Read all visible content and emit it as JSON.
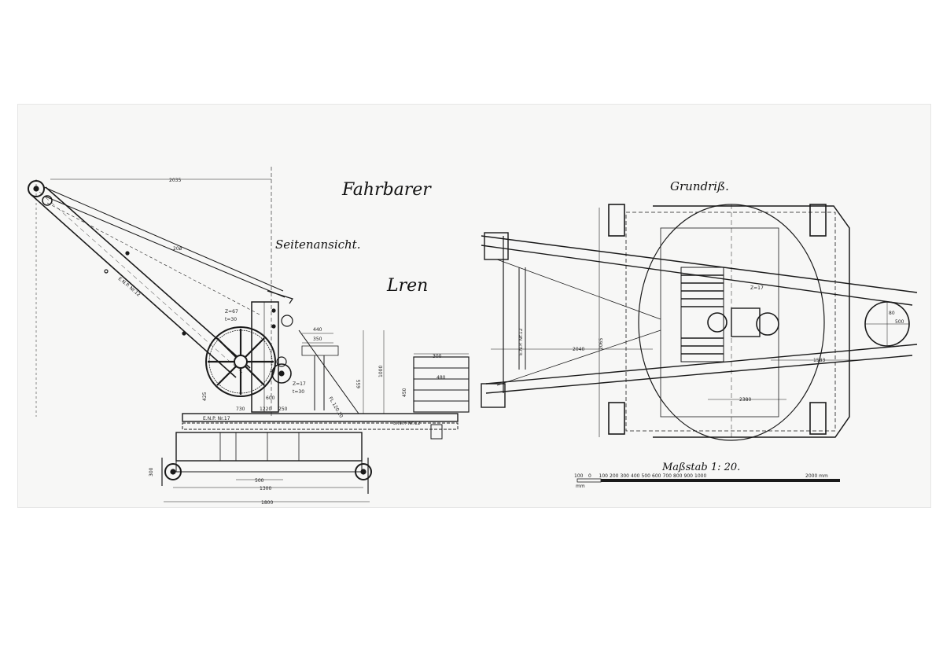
{
  "drawing": {
    "title": "Fahrbarer",
    "side_view_label": "Seitenansicht.",
    "plan_view_label": "Grundriß.",
    "handwritten_note": "Lren",
    "scale_label": "Maßstab 1: 20."
  },
  "dimensions": {
    "jib_reach": "2035",
    "rope": "20ø",
    "beam_jib": "E.N.P. Nr.12",
    "gear_z1": "Z=67",
    "gear_t1": "t=30",
    "gear_z2": "Z=17",
    "gear_t2": "t=30",
    "d350": "350",
    "d440": "440",
    "d600": "600",
    "d1220": "1220",
    "d250": "250",
    "d730": "730",
    "d425": "425",
    "d655": "655",
    "d1000": "1000",
    "d450": "450",
    "d300w": "300",
    "d480": "480",
    "d300h": "300",
    "d500": "500",
    "d1300": "1300",
    "d1800": "1800",
    "flat_bar": "FL 120.10",
    "beam_base_left": "E.N.P. Nr.17",
    "beam_base_right": "E.N.P. Nr.12",
    "d2040": "2040",
    "d2065": "2065",
    "d1583": "1583",
    "d2380": "2380",
    "d500_pulley": "500",
    "d80": "80",
    "gear_plan": "Z=17",
    "beam_plan": "E.N.P. Nr.12"
  },
  "scale_bar": {
    "start": "100",
    "ticks": [
      "0",
      "100",
      "200",
      "300",
      "400",
      "500",
      "600",
      "700",
      "800",
      "900",
      "1000"
    ],
    "end": "2000 mm",
    "unit_left": "mm"
  }
}
